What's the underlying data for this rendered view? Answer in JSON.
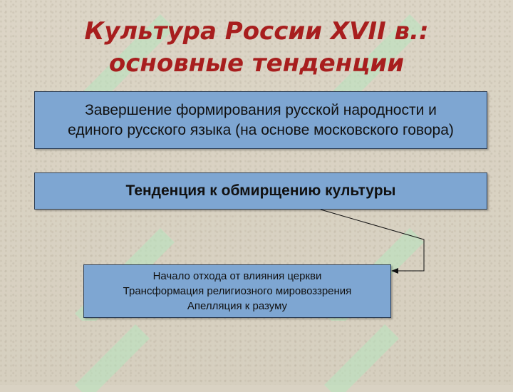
{
  "slide": {
    "title_line1": "Культура России XVII в.:",
    "title_line2": "основные тенденции"
  },
  "boxes": {
    "box1_line1": "Завершение формирования русской народности и",
    "box1_line2": "единого русского языка (на основе московского говора)",
    "box2_text": "Тенденция к обмирщению культуры",
    "box3_items": [
      "Начало отхода от влияния церкви",
      "Трансформация религиозного мировоззрения",
      "Апелляция к разуму"
    ]
  },
  "colors": {
    "title": "#a81e1e",
    "box_fill": "#7ea6d2",
    "background": "#d9d2c3",
    "watermark": "#a8e0b0"
  }
}
